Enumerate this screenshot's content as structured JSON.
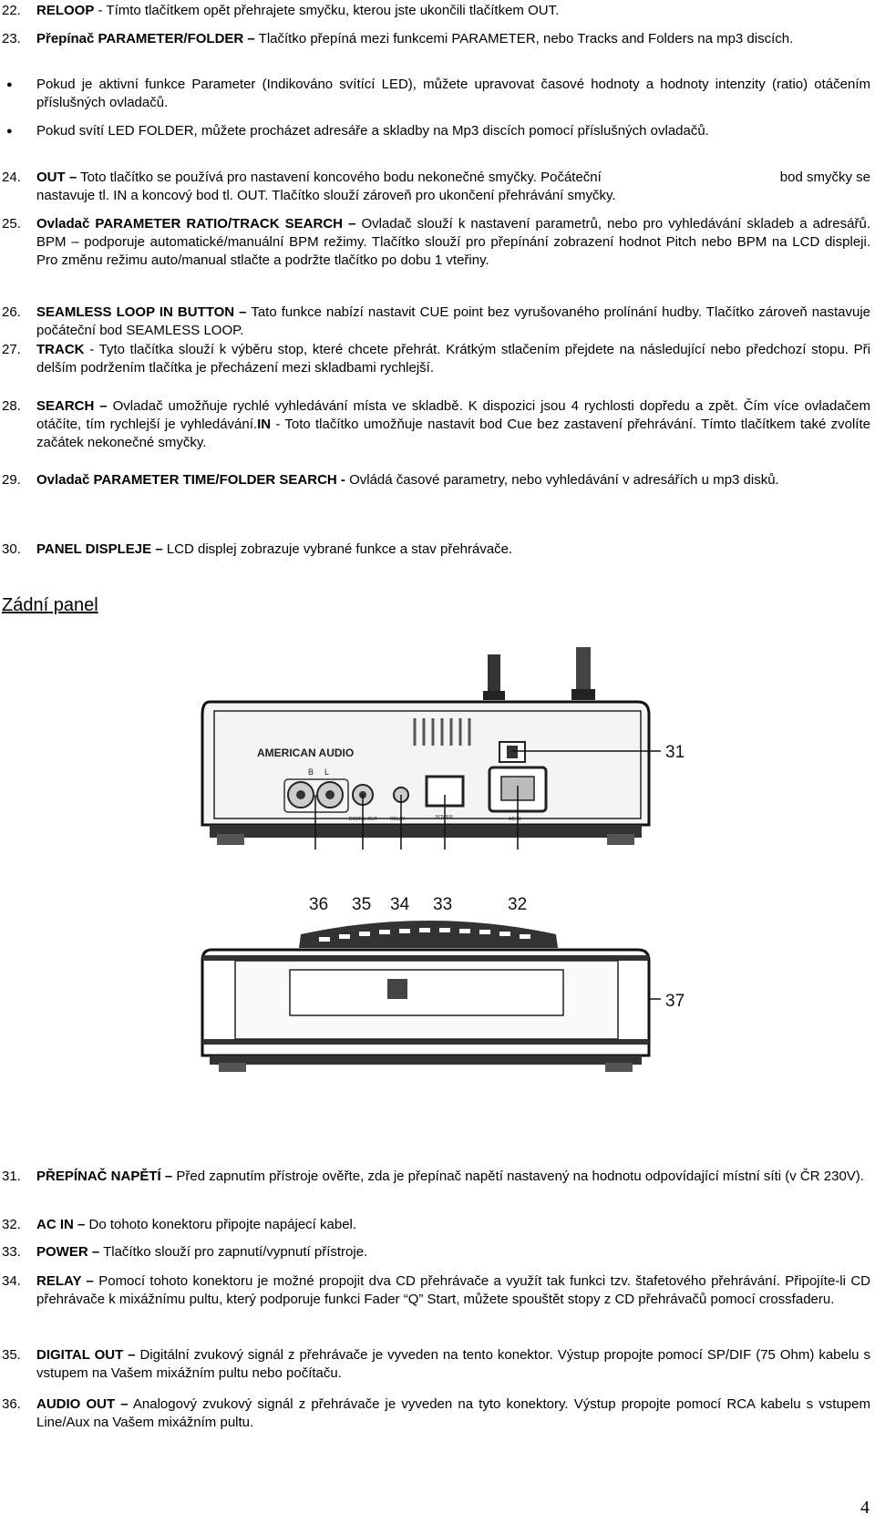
{
  "items": [
    {
      "n": "22.",
      "b": "RELOOP",
      "t": " - Tímto tlačítkem opět přehrajete smyčku, kterou jste ukončili tlačítkem OUT."
    },
    {
      "n": "23.",
      "b": "Přepínač PARAMETER/FOLDER –",
      "t": " Tlačítko přepíná mezi funkcemi PARAMETER, nebo Tracks and Folders na mp3 discích."
    },
    {
      "n": "",
      "b": "",
      "t": "Pokud je aktivní funkce Parameter (Indikováno svítící LED), můžete upravovat časové hodnoty a hodnoty intenzity (ratio) otáčením příslušných ovladačů."
    },
    {
      "n": "",
      "b": "",
      "t": "Pokud svítí LED FOLDER, můžete procházet adresáře a skladby na Mp3 discích pomocí příslušných ovladačů."
    },
    {
      "n": "24.",
      "b": "OUT –",
      "t": " Toto tlačítko se používá pro nastavení koncového bodu nekonečné smyčky. Počáteční",
      "t_right": "bod smyčky se",
      "t2": "nastavuje tl. IN a koncový bod tl. OUT. Tlačítko slouží zároveň pro ukončení přehrávání smyčky."
    },
    {
      "n": "25.",
      "b": "Ovladač PARAMETER RATIO/TRACK SEARCH –",
      "t": " Ovladač slouží k nastavení parametrů, nebo pro vyhledávání skladeb a adresářů. BPM – podporuje automatické/manuální BPM režimy. Tlačítko slouží pro přepínání zobrazení hodnot Pitch nebo BPM na LCD displeji. Pro změnu režimu auto/manual stlačte a podržte tlačítko po dobu 1 vteřiny."
    },
    {
      "n": "26.",
      "b": "SEAMLESS LOOP IN BUTTON –",
      "t": " Tato funkce nabízí nastavit CUE point bez vyrušovaného prolínání hudby. Tlačítko zároveň nastavuje počáteční bod SEAMLESS LOOP."
    },
    {
      "n": "27.",
      "b": "TRACK",
      "t": " - Tyto tlačítka slouží k výběru stop, které chcete přehrát. Krátkým stlačením přejdete na následující nebo předchozí stopu. Při delším podržením tlačítka je přecházení mezi skladbami rychlejší."
    },
    {
      "n": "28.",
      "b": "SEARCH –",
      "t": " Ovladač umožňuje rychlé vyhledávání místa ve skladbě. K dispozici jsou 4 rychlosti dopředu a zpět. Čím více ovladačem otáčíte, tím rychlejší je vyhledávání.",
      "b2": "IN",
      "t2": " - Toto tlačítko umožňuje nastavit bod Cue bez zastavení přehrávání. Tímto tlačítkem také zvolíte začátek nekonečné smyčky."
    },
    {
      "n": "29.",
      "b": "Ovladač PARAMETER TIME/FOLDER SEARCH -",
      "t": "  Ovládá časové parametry, nebo vyhledávání v adresářích u mp3 disků."
    },
    {
      "n": "30.",
      "b": "PANEL DISPLEJE –",
      "t": " LCD displej zobrazuje vybrané funkce a stav přehrávače."
    }
  ],
  "heading": "Zádní panel",
  "figure": {
    "brand": "AMERICAN AUDIO",
    "labels": [
      "31",
      "32",
      "33",
      "34",
      "35",
      "36",
      "37"
    ],
    "panel_small": [
      "B",
      "L",
      "DIGITAL OUT",
      "RELAY",
      "POWER",
      "AC IN"
    ]
  },
  "items2": [
    {
      "n": "31.",
      "b": "PŘEPÍNAČ NAPĚTÍ –",
      "t": " Před zapnutím přístroje ověřte, zda je přepínač napětí nastavený na hodnotu odpovídající místní síti (v ČR 230V)."
    },
    {
      "n": "32.",
      "b": "AC IN –",
      "t": " Do tohoto konektoru připojte napájecí kabel."
    },
    {
      "n": "33.",
      "b": "POWER –",
      "t": " Tlačítko slouží pro zapnutí/vypnutí přístroje."
    },
    {
      "n": "34.",
      "b": "RELAY –",
      "t": " Pomocí tohoto konektoru je možné propojit dva CD přehrávače a využít tak funkci tzv. štafetového přehrávání. Připojíte-li CD přehrávače k mixážnímu pultu, který podporuje funkci Fader “Q” Start, můžete spouštět stopy z CD přehrávačů pomocí crossfaderu."
    },
    {
      "n": "35.",
      "b": "DIGITAL OUT –",
      "t": " Digitální zvukový signál z přehrávače je vyveden na tento konektor. Výstup propojte pomocí SP/DIF (75 Ohm) kabelu s vstupem na Vašem mixážním pultu nebo počítaču."
    },
    {
      "n": "36.",
      "b": "AUDIO OUT –",
      "t": " Analogový zvukový signál z přehrávače je vyveden na tyto konektory. Výstup propojte pomocí RCA kabelu s vstupem Line/Aux na Vašem mixážním pultu."
    }
  ],
  "page_number": "4"
}
